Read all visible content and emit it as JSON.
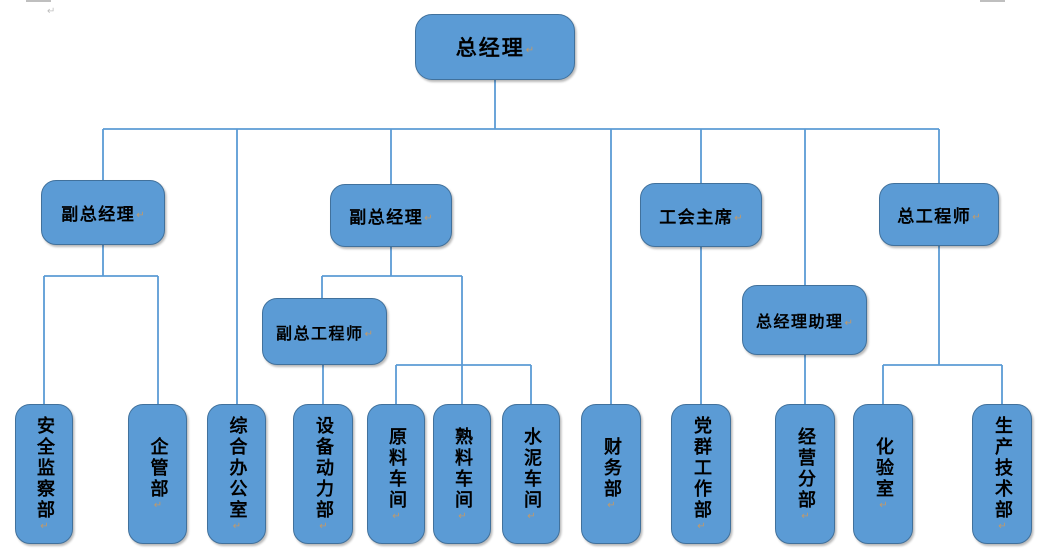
{
  "colors": {
    "node-fill": "#5B9BD5",
    "node-border": "#41719C",
    "connector": "#5B9BD5",
    "label-text": "#000000",
    "format-mark": "#C09A6B",
    "artifact-gray": "#BFBFBF"
  },
  "marks": {
    "return_mark": "↵"
  },
  "nodes": {
    "general_manager": {
      "label": "总经理"
    },
    "deputy_gm_left": {
      "label": "副总经理"
    },
    "deputy_gm_mid": {
      "label": "副总经理"
    },
    "union_chairman": {
      "label": "工会主席"
    },
    "chief_engineer": {
      "label": "总工程师"
    },
    "deputy_chief_engineer": {
      "label": "副总工程师"
    },
    "gm_assistant": {
      "label": "总经理助理"
    },
    "safety_dept": {
      "label": "安全监察部"
    },
    "enterprise_mgmt_dept": {
      "label": "企管部"
    },
    "general_office": {
      "label": "综合办公室"
    },
    "equipment_power_dept": {
      "label": "设备动力部"
    },
    "raw_material_workshop": {
      "label": "原料车间"
    },
    "clinker_workshop": {
      "label": "熟料车间"
    },
    "cement_workshop": {
      "label": "水泥车间"
    },
    "finance_dept": {
      "label": "财务部"
    },
    "party_mass_work_dept": {
      "label": "党群工作部"
    },
    "operations_branch": {
      "label": "经营分部"
    },
    "laboratory": {
      "label": "化验室"
    },
    "production_tech_dept": {
      "label": "生产技术部"
    }
  },
  "edges": [
    {
      "parent": "general_manager",
      "child": "deputy_gm_left"
    },
    {
      "parent": "general_manager",
      "child": "general_office"
    },
    {
      "parent": "general_manager",
      "child": "deputy_gm_mid"
    },
    {
      "parent": "general_manager",
      "child": "finance_dept"
    },
    {
      "parent": "general_manager",
      "child": "union_chairman"
    },
    {
      "parent": "general_manager",
      "child": "gm_assistant"
    },
    {
      "parent": "general_manager",
      "child": "chief_engineer"
    },
    {
      "parent": "deputy_gm_left",
      "child": "safety_dept"
    },
    {
      "parent": "deputy_gm_left",
      "child": "enterprise_mgmt_dept"
    },
    {
      "parent": "deputy_gm_mid",
      "child": "deputy_chief_engineer"
    },
    {
      "parent": "deputy_gm_mid",
      "child": "raw_material_workshop"
    },
    {
      "parent": "deputy_gm_mid",
      "child": "clinker_workshop"
    },
    {
      "parent": "deputy_gm_mid",
      "child": "cement_workshop"
    },
    {
      "parent": "deputy_chief_engineer",
      "child": "equipment_power_dept"
    },
    {
      "parent": "union_chairman",
      "child": "party_mass_work_dept"
    },
    {
      "parent": "gm_assistant",
      "child": "operations_branch"
    },
    {
      "parent": "chief_engineer",
      "child": "laboratory"
    },
    {
      "parent": "chief_engineer",
      "child": "production_tech_dept"
    }
  ]
}
